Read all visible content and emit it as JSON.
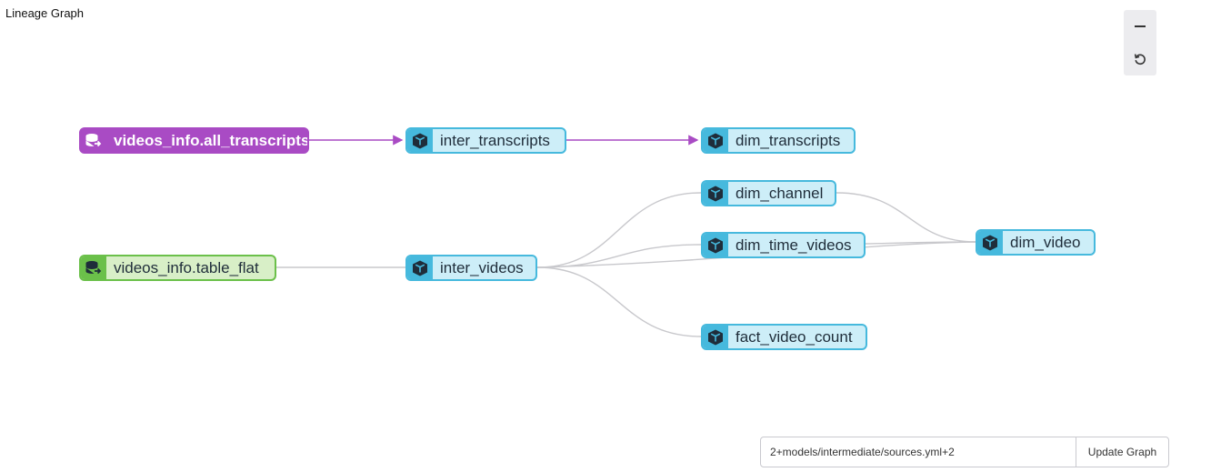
{
  "header": {
    "title": "Lineage Graph"
  },
  "controls": {
    "zoom_out_icon": "minus-icon",
    "reset_icon": "reset-icon"
  },
  "nodes": {
    "videos_info_all_transcripts": {
      "label": "videos_info.all_transcripts",
      "kind": "source",
      "icon": "database-source-icon",
      "color": "#a94bc4"
    },
    "inter_transcripts": {
      "label": "inter_transcripts",
      "kind": "model",
      "icon": "cube-icon"
    },
    "dim_transcripts": {
      "label": "dim_transcripts",
      "kind": "model",
      "icon": "cube-icon"
    },
    "dim_channel": {
      "label": "dim_channel",
      "kind": "model",
      "icon": "cube-icon"
    },
    "dim_time_videos": {
      "label": "dim_time_videos",
      "kind": "model",
      "icon": "cube-icon"
    },
    "dim_video": {
      "label": "dim_video",
      "kind": "model",
      "icon": "cube-icon"
    },
    "videos_info_table_flat": {
      "label": "videos_info.table_flat",
      "kind": "source",
      "icon": "database-source-icon",
      "color": "#6bc04a"
    },
    "inter_videos": {
      "label": "inter_videos",
      "kind": "model",
      "icon": "cube-icon"
    },
    "fact_video_count": {
      "label": "fact_video_count",
      "kind": "model",
      "icon": "cube-icon"
    }
  },
  "edges": [
    {
      "from": "videos_info_all_transcripts",
      "to": "inter_transcripts",
      "highlighted": true
    },
    {
      "from": "inter_transcripts",
      "to": "dim_transcripts",
      "highlighted": true
    },
    {
      "from": "videos_info_table_flat",
      "to": "inter_videos",
      "highlighted": false
    },
    {
      "from": "inter_videos",
      "to": "dim_channel",
      "highlighted": false
    },
    {
      "from": "inter_videos",
      "to": "dim_time_videos",
      "highlighted": false
    },
    {
      "from": "inter_videos",
      "to": "fact_video_count",
      "highlighted": false
    },
    {
      "from": "inter_videos",
      "to": "dim_video",
      "highlighted": false
    },
    {
      "from": "dim_channel",
      "to": "dim_video",
      "highlighted": false
    },
    {
      "from": "dim_time_videos",
      "to": "dim_video",
      "highlighted": false
    }
  ],
  "colors": {
    "model_fill": "#cdeef8",
    "model_border": "#46b9dd",
    "edge": "#c8c8cc",
    "edge_highlight": "#a94bc4"
  },
  "query": {
    "value": "2+models/intermediate/sources.yml+2",
    "button_label": "Update Graph"
  }
}
